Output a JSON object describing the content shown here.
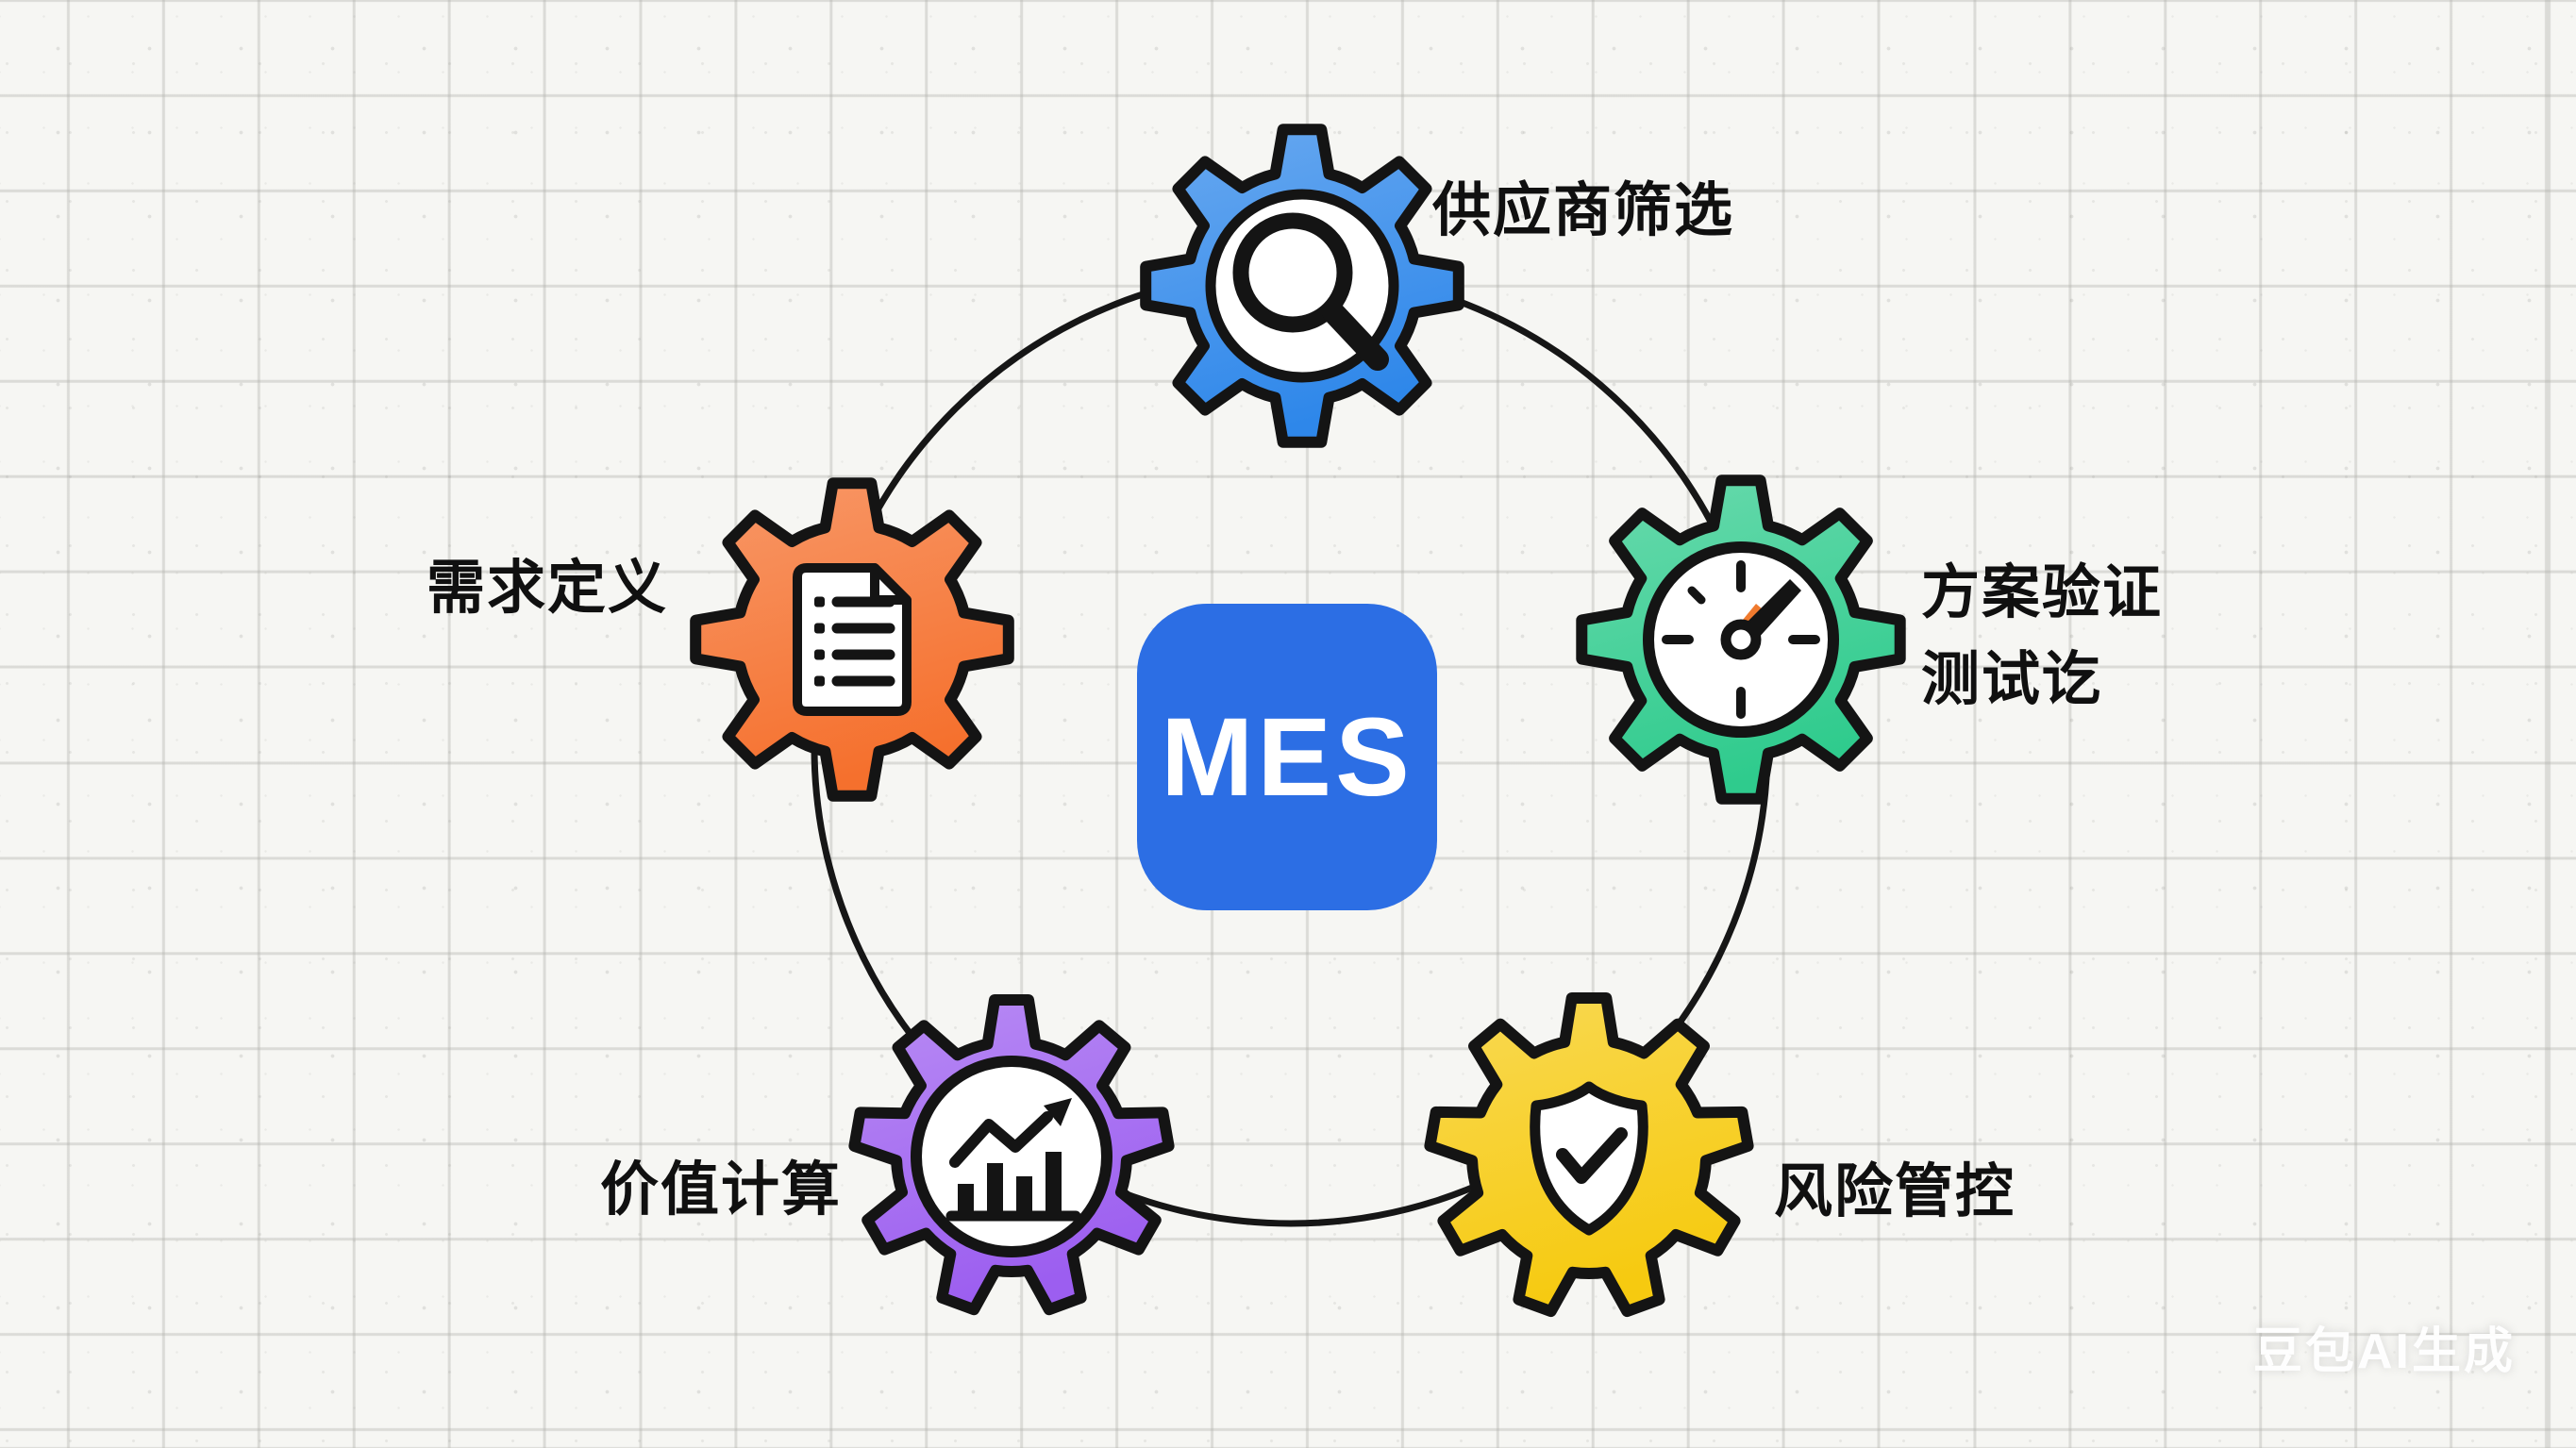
{
  "center": {
    "label": "MES",
    "bg_color": "#2c6ee4",
    "text_color": "#ffffff"
  },
  "connector": {
    "color": "#161616"
  },
  "watermark": {
    "text": "豆包AI生成"
  },
  "nodes": [
    {
      "id": "supplier-screening",
      "label": "供应商筛选",
      "color": "#2e87ea",
      "icon": "magnifier-icon"
    },
    {
      "id": "solution-verification",
      "label_lines": [
        "方案验证",
        "测试讫"
      ],
      "color": "#2fcb8d",
      "icon": "gauge-icon"
    },
    {
      "id": "risk-control",
      "label": "风险管控",
      "color": "#f6ca10",
      "icon": "shield-check-icon"
    },
    {
      "id": "value-calculation",
      "label": "价值计算",
      "color": "#9c5ef0",
      "icon": "bar-chart-icon"
    },
    {
      "id": "requirement-definition",
      "label": "需求定义",
      "color": "#f5702d",
      "icon": "document-list-icon"
    }
  ]
}
